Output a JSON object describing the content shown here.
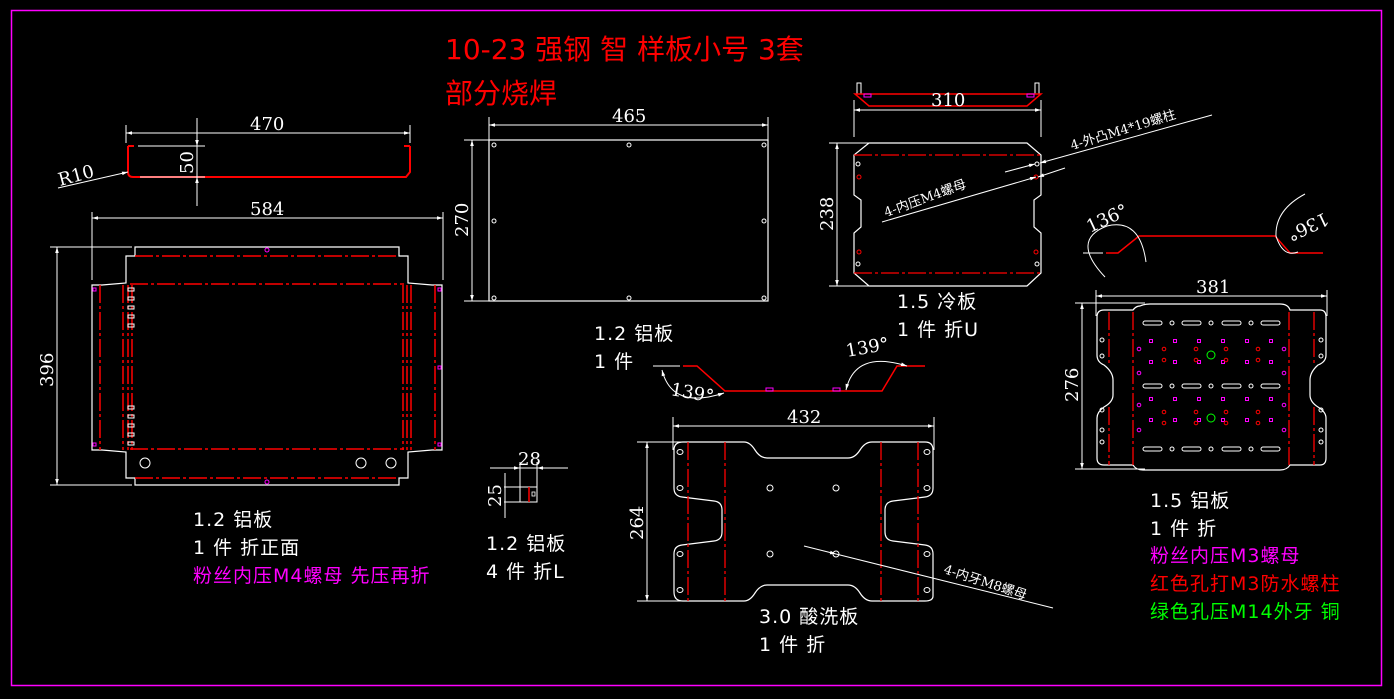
{
  "title": {
    "line1": "10-23 强钢 智 样板小号 3套",
    "line2": "部分烧焊"
  },
  "colors": {
    "background": "#000000",
    "frame": "#ff00ff",
    "outline": "#ffffff",
    "bend_line": "#ff0000",
    "pink_hole": "#ff00ff",
    "red_hole": "#ff0000",
    "green_hole": "#00ff00",
    "title": "#ff0000"
  },
  "parts": {
    "front_panel": {
      "dims": {
        "top_profile_width": "470",
        "top_profile_height": "50",
        "radius": "R10",
        "width": "584",
        "height": "396"
      },
      "label": [
        "1.2 铝板",
        "1 件 折正面"
      ],
      "note": "粉丝内压M4螺母 先压再折"
    },
    "flat_panel": {
      "dims": {
        "width": "465",
        "height": "270"
      },
      "label": [
        "1.2 铝板",
        "1 件"
      ]
    },
    "l_bracket": {
      "dims": {
        "width": "28",
        "height": "25"
      },
      "label": [
        "1.2 铝板",
        "4 件 折L"
      ]
    },
    "cold_plate": {
      "dims": {
        "width": "310",
        "height": "238"
      },
      "callouts": [
        "4-外凸M4*19螺柱",
        "4-内压M4螺母"
      ],
      "label": [
        "1.5 冷板",
        "1 件 折U"
      ]
    },
    "pickled_plate": {
      "dims": {
        "width": "432",
        "height": "264",
        "angle_left": "139°",
        "angle_right": "139°"
      },
      "callouts": [
        "4-内牙M8螺母"
      ],
      "label": [
        "3.0 酸洗板",
        "1 件 折"
      ]
    },
    "perforated_plate": {
      "dims": {
        "width": "381",
        "height": "276",
        "angle_left": "136°",
        "angle_right": "136°"
      },
      "label": [
        "1.5 铝板",
        "1 件 折"
      ],
      "notes": [
        {
          "text": "粉丝内压M3螺母",
          "color": "#ff00ff"
        },
        {
          "text": "红色孔打M3防水螺柱",
          "color": "#ff0000"
        },
        {
          "text": "绿色孔压M14外牙 铜",
          "color": "#00ff00"
        }
      ]
    }
  }
}
